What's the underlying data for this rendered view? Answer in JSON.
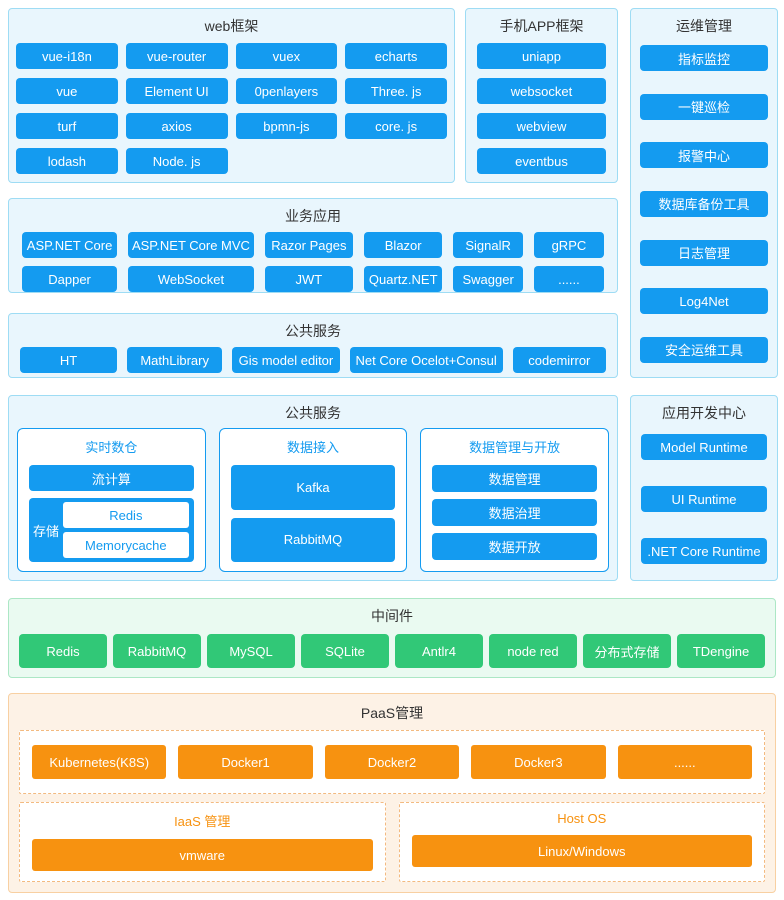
{
  "colors": {
    "blue": "#149bf0",
    "panel_blue_bg": "#e9f6fd",
    "panel_blue_border": "#9edcf4",
    "green": "#31c877",
    "panel_green_bg": "#eafaf1",
    "panel_green_border": "#ace7c5",
    "orange": "#f79210",
    "panel_orange_bg": "#fdf2e6",
    "panel_orange_border": "#f8d0a2",
    "orange_dash": "#f3ba80",
    "title_text": "#333333"
  },
  "web_framework": {
    "title": "web框架",
    "items": [
      "vue-i18n",
      "vue-router",
      "vuex",
      "echarts",
      "vue",
      "Element UI",
      "0penlayers",
      "Three. js",
      "turf",
      "axios",
      "bpmn-js",
      "core. js",
      "lodash",
      "Node. js"
    ]
  },
  "mobile_app": {
    "title": "手机APP框架",
    "items": [
      "uniapp",
      "websocket",
      "webview",
      "eventbus"
    ]
  },
  "ops_mgmt": {
    "title": "运维管理",
    "items": [
      "指标监控",
      "一键巡检",
      "报警中心",
      "数据库备份工具",
      "日志管理",
      "Log4Net",
      "安全运维工具"
    ]
  },
  "business_app": {
    "title": "业务应用",
    "items": [
      "ASP.NET Core",
      "ASP.NET Core MVC",
      "Razor Pages",
      "Blazor",
      "SignalR",
      "gRPC",
      "Dapper",
      "WebSocket",
      "JWT",
      "Quartz.NET",
      "Swagger",
      "......"
    ]
  },
  "public_services": {
    "title": "公共服务",
    "items": [
      "HT",
      "MathLibrary",
      "Gis model editor",
      "Net Core Ocelot+Consul",
      "codemirror"
    ]
  },
  "platform_services": {
    "title": "公共服务",
    "realtime": {
      "title": "实时数仓",
      "item_stream": "流计算",
      "storage_label": "存储",
      "storage_items": [
        "Redis",
        "Memorycache"
      ]
    },
    "access": {
      "title": "数据接入",
      "items": [
        "Kafka",
        "RabbitMQ"
      ]
    },
    "mgmt": {
      "title": "数据管理与开放",
      "items": [
        "数据管理",
        "数据治理",
        "数据开放"
      ]
    }
  },
  "app_dev_center": {
    "title": "应用开发中心",
    "items": [
      "Model Runtime",
      "UI Runtime",
      ".NET Core Runtime"
    ]
  },
  "middleware": {
    "title": "中间件",
    "items": [
      "Redis",
      "RabbitMQ",
      "MySQL",
      "SQLite",
      "Antlr4",
      "node red",
      "分布式存储",
      "TDengine"
    ]
  },
  "paas": {
    "title": "PaaS管理",
    "containers": [
      "Kubernetes(K8S)",
      "Docker1",
      "Docker2",
      "Docker3",
      "......"
    ],
    "iaas_title": "IaaS 管理",
    "iaas_item": "vmware",
    "host_title": "Host OS",
    "host_item": "Linux/Windows"
  }
}
